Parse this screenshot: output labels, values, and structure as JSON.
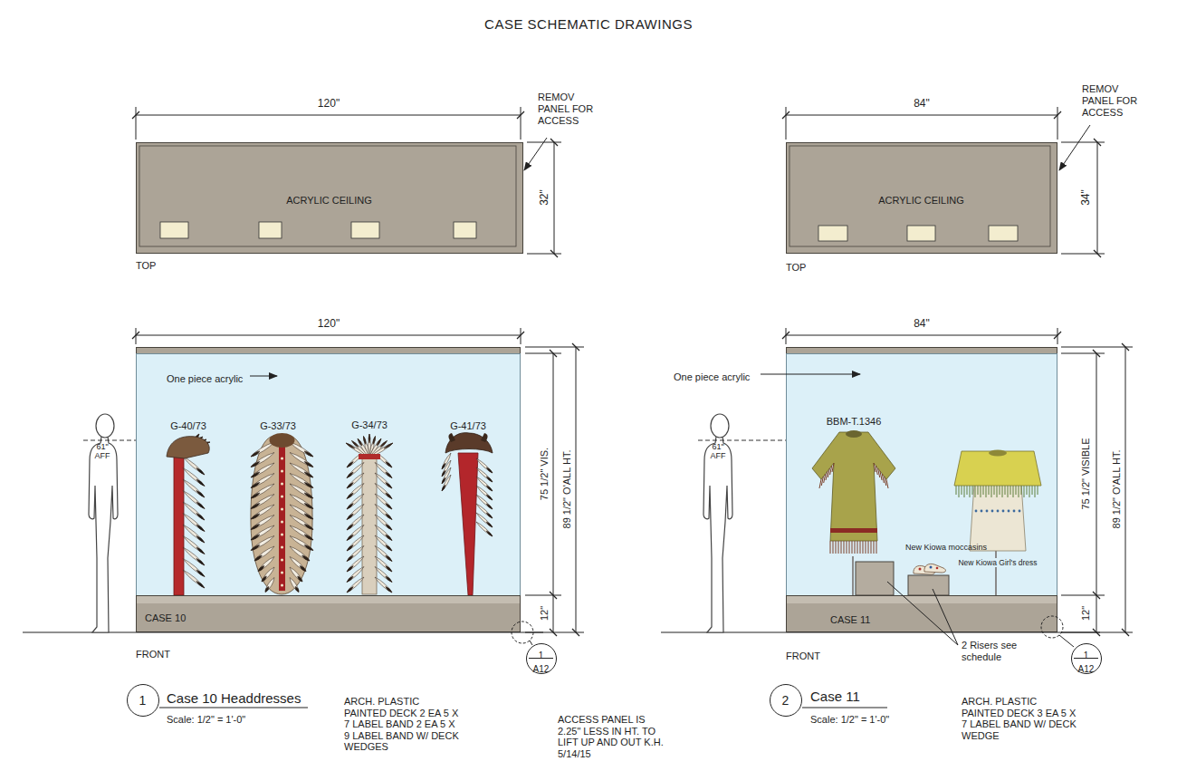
{
  "diagram": {
    "title": "CASE SCHEMATIC DRAWINGS",
    "nodes": [
      {
        "text": [
          "ACRYLIC CEILING"
        ]
      },
      {
        "text": [
          "One piece acrylic"
        ]
      },
      {
        "text": [
          "G-40/73"
        ],
        "in": 1
      },
      {
        "text": [
          "G-33/73"
        ],
        "in": 1
      },
      {
        "text": [
          "G-34/73"
        ],
        "in": 1
      },
      {
        "text": [
          "G-41/73"
        ],
        "in": 1
      },
      {
        "text": [
          "CASE 10"
        ],
        "in": 1
      },
      {
        "text": [
          "1"
        ]
      },
      {
        "text": [
          "1",
          "A12"
        ]
      },
      {
        "text": [
          "ACRYLIC CEILING"
        ]
      },
      {
        "text": [
          "One piece acrylic"
        ]
      },
      {
        "text": [
          "BBM-T.1346"
        ],
        "in": 10
      },
      {
        "text": [
          "New Kiowa moccasins"
        ],
        "in": 10
      },
      {
        "text": [
          "New Kiowa Girl's dress"
        ],
        "in": 10
      },
      {
        "text": [
          "CASE 11"
        ],
        "in": 10
      },
      {
        "text": [
          "2"
        ]
      },
      {
        "text": [
          "1",
          "A12"
        ]
      }
    ],
    "labels": [
      "120\"",
      "REMOV PANEL FOR ACCESS",
      "32\"",
      "TOP",
      "120\"",
      "61\" AFF",
      "75 1/2\" VIS.",
      "89 1/2\" O'ALL HT.",
      "12\"",
      "FRONT",
      "Case 10 Headdresses",
      "Scale: 1/2\" = 1'-0\"",
      "ARCH. PLASTIC PAINTED DECK 2 EA 5 X 7 LABEL BAND 2 EA 5 X 9 LABEL BAND W/ DECK WEDGES",
      "ACCESS PANEL IS 2.25\" LESS IN HT. TO LIFT UP AND OUT K.H. 5/14/15",
      "84\"",
      "REMOV PANEL FOR ACCESS",
      "34\"",
      "TOP",
      "84\"",
      "61\" AFF",
      "75 1/2\" VISIBLE",
      "89 1/2\" O'ALL HT.",
      "12\"",
      "FRONT",
      "2 Risers see schedule",
      "Case 11",
      "Scale: 1/2\" = 1'-0\"",
      "ARCH. PLASTIC PAINTED DECK 3 EA 5 X 7 LABEL BAND W/ DECK WEDGE"
    ]
  }
}
